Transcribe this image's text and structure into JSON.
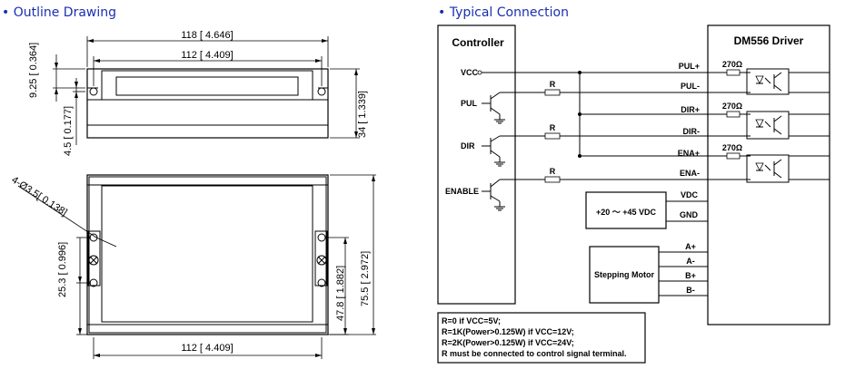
{
  "titles": {
    "outline": "• Outline Drawing",
    "connection": "• Typical Connection"
  },
  "outline": {
    "dims": {
      "top_width": "118 [ 4.646]",
      "top_inner": "112 [ 4.409]",
      "left_small": "9.25 [ 0.364]",
      "left_mid": "4.5 [ 0.177]",
      "right_height": "34 [ 1.339]",
      "hole": "4-Ø3.5[ 0.138]",
      "left_hole": "25.3 [ 0.996]",
      "inner_hole": "47.8 [ 1.882]",
      "total_height": "75.5 [ 2.972]",
      "bottom_width": "112 [ 4.409]"
    }
  },
  "connection": {
    "controller_title": "Controller",
    "driver_title": "DM556 Driver",
    "vcc": "VCC",
    "pul": "PUL",
    "dir": "DIR",
    "enable": "ENABLE",
    "resistor": "R",
    "pins": [
      "PUL+",
      "PUL-",
      "DIR+",
      "DIR-",
      "ENA+",
      "ENA-"
    ],
    "res_270": "270Ω",
    "power_label": "+20 ～ +45 VDC",
    "vdc": "VDC",
    "gnd": "GND",
    "motor_label": "Stepping Motor",
    "motor_pins": [
      "A+",
      "A-",
      "B+",
      "B-"
    ],
    "notes": [
      "R=0 if VCC=5V;",
      "R=1K(Power>0.125W) if VCC=12V;",
      "R=2K(Power>0.125W) if VCC=24V;",
      "R must be connected to control signal terminal."
    ]
  }
}
